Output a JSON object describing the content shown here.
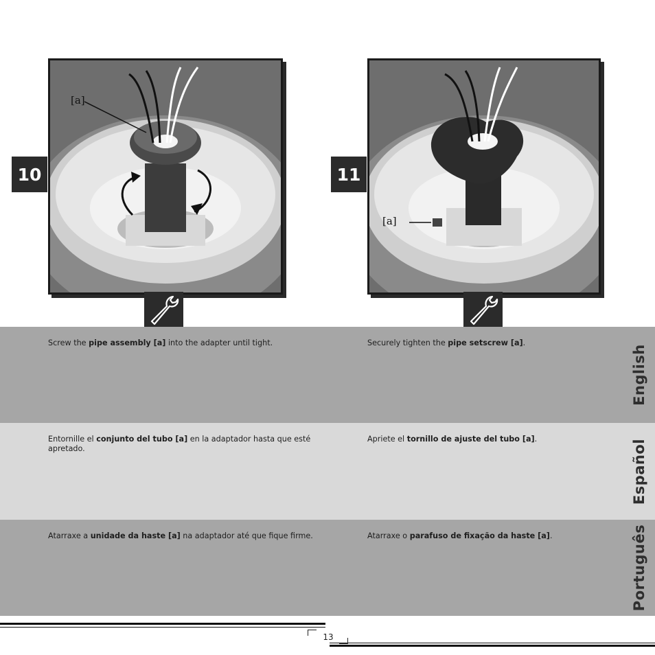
{
  "figures": [
    {
      "step": "10",
      "callout": "[a]",
      "icon": "wrench-icon"
    },
    {
      "step": "11",
      "callout": "[a]",
      "icon": "wrench-icon"
    }
  ],
  "languages": [
    {
      "name": "English",
      "left": {
        "pre": "Screw the ",
        "bold": "pipe assembly [a]",
        "post": " into the adapter until tight."
      },
      "right": {
        "pre": "Securely tighten the ",
        "bold": "pipe setscrew [a]",
        "post": "."
      }
    },
    {
      "name": "Español",
      "left": {
        "pre": "Entornille el ",
        "bold": "conjunto del tubo [a]",
        "post": " en la adaptador hasta que esté apretado."
      },
      "right": {
        "pre": "Apriete el ",
        "bold": "tornillo de ajuste del tubo [a]",
        "post": "."
      }
    },
    {
      "name": "Português",
      "left": {
        "pre": "Atarraxe a ",
        "bold": "unidade da haste [a]",
        "post": " na adaptador até que fique firme."
      },
      "right": {
        "pre": "Atarraxe o ",
        "bold": "parafuso de fixação da haste [a]",
        "post": "."
      }
    }
  ],
  "page_number": "13",
  "colors": {
    "band_dark": "#a6a6a6",
    "band_light": "#d9d9d9",
    "badge": "#2b2b2b"
  }
}
